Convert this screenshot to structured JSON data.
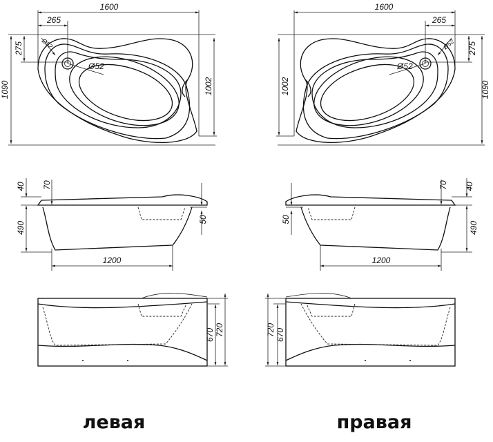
{
  "captions": {
    "left": "левая",
    "right": "правая"
  },
  "plan": {
    "length": "1600",
    "width_total": "1090",
    "width_inner": "1002",
    "drain_x": "265",
    "drain_y": "275",
    "drain_diameter": "Ø52",
    "overflow_diameter": "Ø52"
  },
  "side": {
    "rim": "40",
    "headrest": "70",
    "depth": "490",
    "step": "50",
    "bottom_length": "1200"
  },
  "front": {
    "panel_height": "670",
    "total_height": "720"
  }
}
